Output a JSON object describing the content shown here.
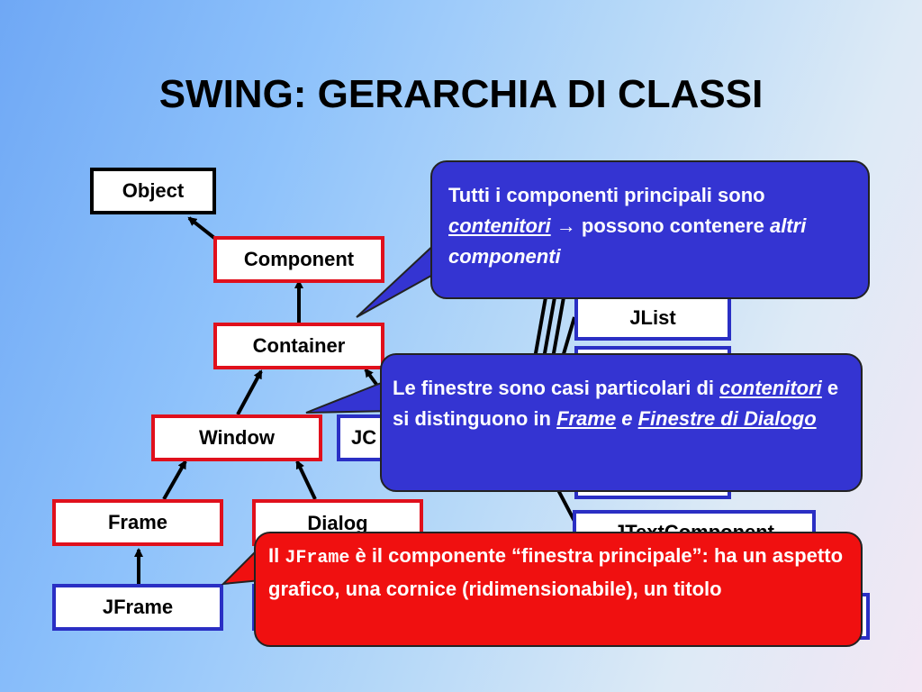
{
  "title": "SWING: GERARCHIA DI CLASSI",
  "nodes": {
    "object": "Object",
    "component": "Component",
    "container": "Container",
    "window": "Window",
    "jc_partial": "JC",
    "frame": "Frame",
    "dialog": "Dialog",
    "jframe": "JFrame",
    "jlist": "JList",
    "jtextcomponent": "JTextComponent"
  },
  "callouts": {
    "containers": {
      "p1": "Tutti i componenti principali sono ",
      "em1": "contenitori",
      "arrow": " → ",
      "p2": "possono contenere ",
      "em2": "altri componenti"
    },
    "windows": {
      "p1": "Le finestre sono casi particolari di ",
      "em1": "contenitori",
      "p2": " e si distinguono in ",
      "em2": "Frame",
      "p3": " e ",
      "em3": "Finestre di Dialogo"
    },
    "jframe": {
      "p1": "Il ",
      "code": "JFrame",
      "p2": " è il componente “finestra principale”: ha un aspetto grafico, una cornice (ridimensionabile), un titolo"
    }
  },
  "colors": {
    "root_border": "#000000",
    "awt_border": "#e0101c",
    "swing_border": "#2a2fc4",
    "callout_blue": "#3434d2",
    "callout_red": "#f01010"
  }
}
